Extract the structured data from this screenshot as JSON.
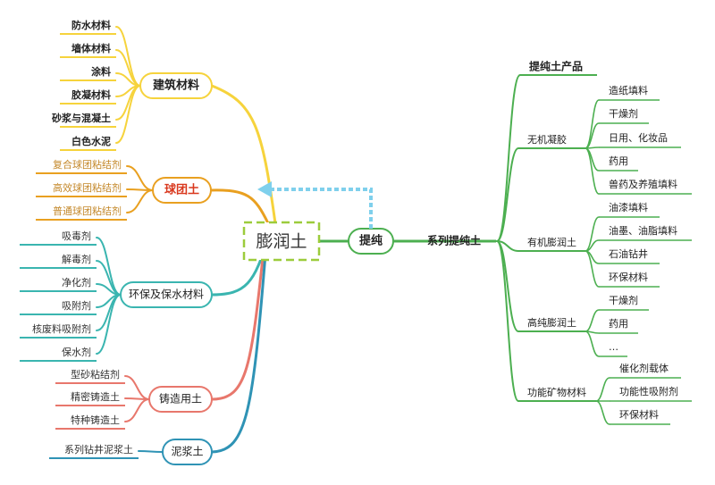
{
  "center": {
    "label": "膨润土",
    "color": "#9ccc3c"
  },
  "purify": {
    "label": "提纯",
    "color": "#4caf50"
  },
  "series": {
    "label": "系列提纯土",
    "color": "#4caf50"
  },
  "left": [
    {
      "label": "建筑材料",
      "color": "#f6d33c",
      "children": [
        "防水材料",
        "墙体材料",
        "涂料",
        "胶凝材料",
        "砂浆与混凝土",
        "白色水泥"
      ]
    },
    {
      "label": "球团土",
      "color": "#e9a020",
      "children": [
        "复合球团粘结剂",
        "高效球团粘结剂",
        "普通球团粘结剂"
      ]
    },
    {
      "label": "环保及保水材料",
      "color": "#3ab5b0",
      "children": [
        "吸毒剂",
        "解毒剂",
        "净化剂",
        "吸附剂",
        "核废料吸附剂",
        "保水剂"
      ]
    },
    {
      "label": "铸造用土",
      "color": "#e8776c",
      "children": [
        "型砂粘结剂",
        "精密铸造土",
        "特种铸造土"
      ]
    },
    {
      "label": "泥浆土",
      "color": "#2f93b5",
      "children": [
        "系列钻井泥浆土"
      ]
    }
  ],
  "right": [
    {
      "label": "提纯土产品",
      "children": []
    },
    {
      "label": "无机凝胶",
      "children": [
        "造纸填料",
        "干燥剂",
        "日用、化妆品",
        "药用",
        "兽药及养殖填料"
      ]
    },
    {
      "label": "有机膨润土",
      "children": [
        "油漆填料",
        "油墨、油脂填料",
        "石油钻井",
        "环保材料"
      ]
    },
    {
      "label": "高纯膨润土",
      "children": [
        "干燥剂",
        "药用",
        "…"
      ]
    },
    {
      "label": "功能矿物材料",
      "children": [
        "催化剂载体",
        "功能性吸附剂",
        "环保材料"
      ]
    }
  ],
  "colors": {
    "right_branch": "#4caf50",
    "arrow": "#7fd0ec",
    "text": "#333333"
  }
}
